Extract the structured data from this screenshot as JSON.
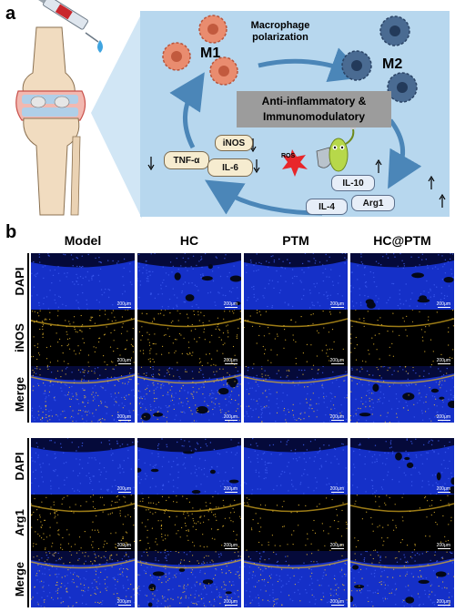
{
  "panel_a": {
    "letter": "a",
    "macrophage_polarization": [
      "Macrophage",
      "polarization"
    ],
    "m1_label": "M1",
    "m2_label": "M2",
    "center_box": [
      "Anti-inflammatory &",
      "Immunomodulatory"
    ],
    "pro_cytokines": [
      "iNOS",
      "TNF-α",
      "IL-6"
    ],
    "anti_cytokines": [
      "IL-10",
      "IL-4",
      "Arg1"
    ],
    "ros_label": "ROS",
    "colors": {
      "background": "#b7d7ee",
      "m1_cell": "#e98c6f",
      "m2_cell": "#4a6b92",
      "arrow": "#4b86b8",
      "center_box": "#9c9c9c"
    }
  },
  "panel_b": {
    "letter": "b",
    "columns": [
      "Model",
      "HC",
      "PTM",
      "HC@PTM"
    ],
    "group1_rows": [
      "DAPI",
      "iNOS",
      "Merge"
    ],
    "group2_rows": [
      "DAPI",
      "Arg1",
      "Merge"
    ],
    "scale_bar": "200μm",
    "colors": {
      "dapi": "#1428c8",
      "marker": "#e0b020",
      "background": "#000000"
    }
  }
}
